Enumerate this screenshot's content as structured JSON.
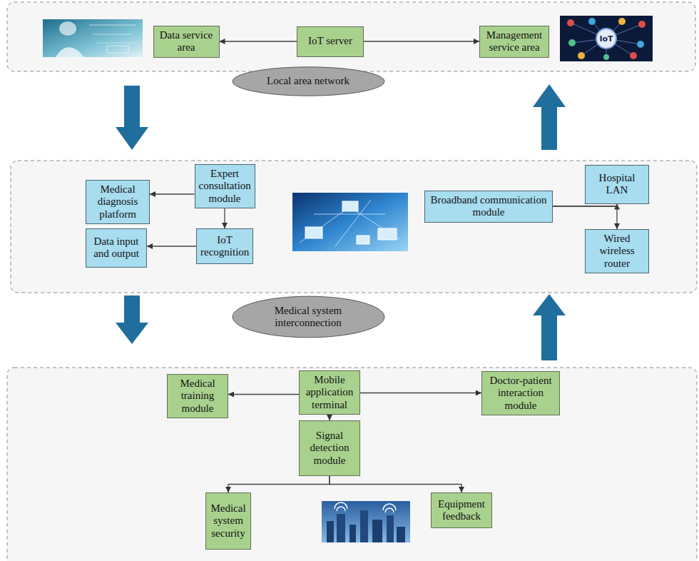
{
  "diagram": {
    "nodes": [
      {
        "text": [
          "Data service area"
        ]
      },
      {
        "text": [
          "IoT server"
        ]
      },
      {
        "text": [
          "Management service area"
        ]
      },
      {
        "text": [
          "Local area network"
        ]
      },
      {
        "text": [
          "Medical diagnosis platform"
        ]
      },
      {
        "text": [
          "Expert consultation module"
        ]
      },
      {
        "text": [
          "Broadband communication module"
        ]
      },
      {
        "text": [
          "Hospital LAN"
        ]
      },
      {
        "text": [
          "Data input and output"
        ]
      },
      {
        "text": [
          "IoT recognition"
        ]
      },
      {
        "text": [
          "Wired wireless router"
        ]
      },
      {
        "text": [
          "Medical system interconnection"
        ]
      },
      {
        "text": [
          "Medical training module"
        ]
      },
      {
        "text": [
          "Mobile application terminal"
        ]
      },
      {
        "text": [
          "Doctor-patient interaction module"
        ]
      },
      {
        "text": [
          "Signal detection module"
        ]
      },
      {
        "text": [
          "Medical system security"
        ]
      },
      {
        "text": [
          "Equipment feedback"
        ]
      }
    ],
    "edges": [
      {
        "from": 1,
        "to": 0,
        "arrow": "to"
      },
      {
        "from": 1,
        "to": 2,
        "arrow": "to"
      },
      {
        "from": 5,
        "to": 4,
        "arrow": "to"
      },
      {
        "from": 5,
        "to": 9,
        "arrow": "to"
      },
      {
        "from": 9,
        "to": 8,
        "arrow": "to"
      },
      {
        "from": 6,
        "to": 7,
        "arrow": "to"
      },
      {
        "from": 6,
        "to": 10,
        "arrow": "to"
      },
      {
        "from": 13,
        "to": 12,
        "arrow": "to"
      },
      {
        "from": 13,
        "to": 14,
        "arrow": "to"
      },
      {
        "from": 13,
        "to": 15,
        "arrow": "to"
      },
      {
        "from": 15,
        "to": 16,
        "arrow": "to"
      },
      {
        "from": 15,
        "to": 17,
        "arrow": "to"
      }
    ],
    "labels": [
      "IoT"
    ]
  }
}
